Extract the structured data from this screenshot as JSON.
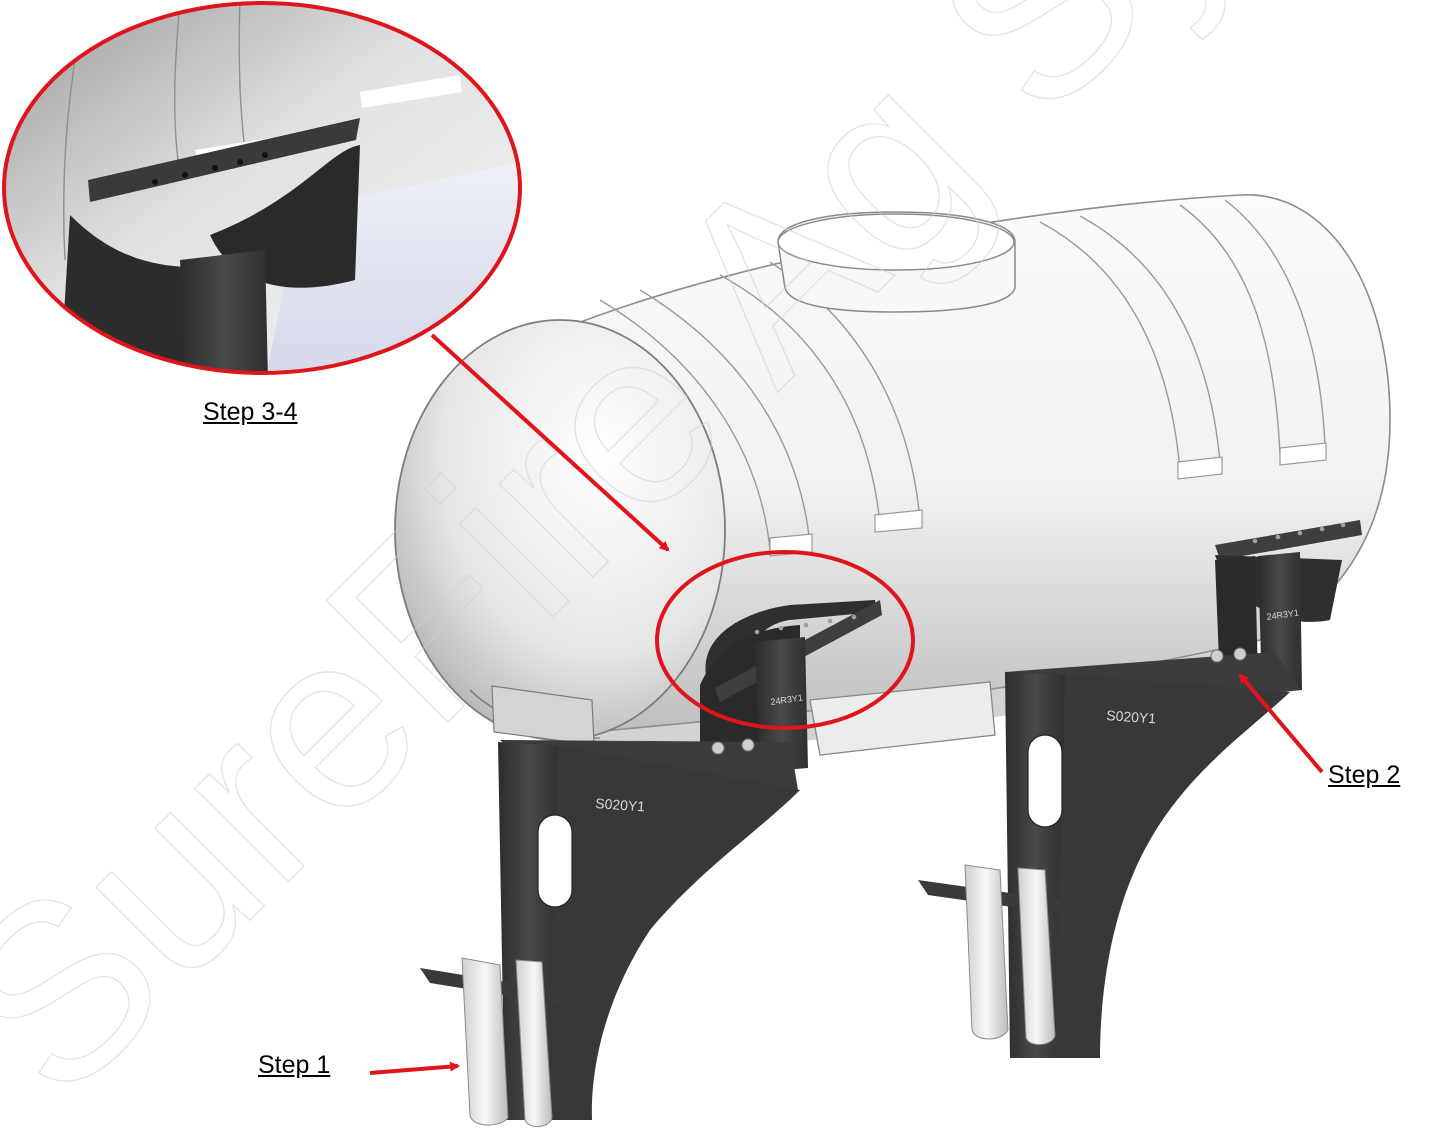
{
  "callouts": {
    "step_1": "Step 1",
    "step_2": "Step 2",
    "step_3_4": "Step 3-4"
  },
  "part_codes": {
    "saddle_front": "24R3Y1",
    "saddle_rear": "24R3Y1",
    "bracket_front": "S020Y1",
    "bracket_rear": "S020Y1"
  },
  "watermark": "SureFire Ag Systems",
  "colors": {
    "callout_red": "#e0141b",
    "steel_dark": "#3a3a3a",
    "tank_white": "#f6f6f6",
    "watermark": "#c9d0de"
  }
}
